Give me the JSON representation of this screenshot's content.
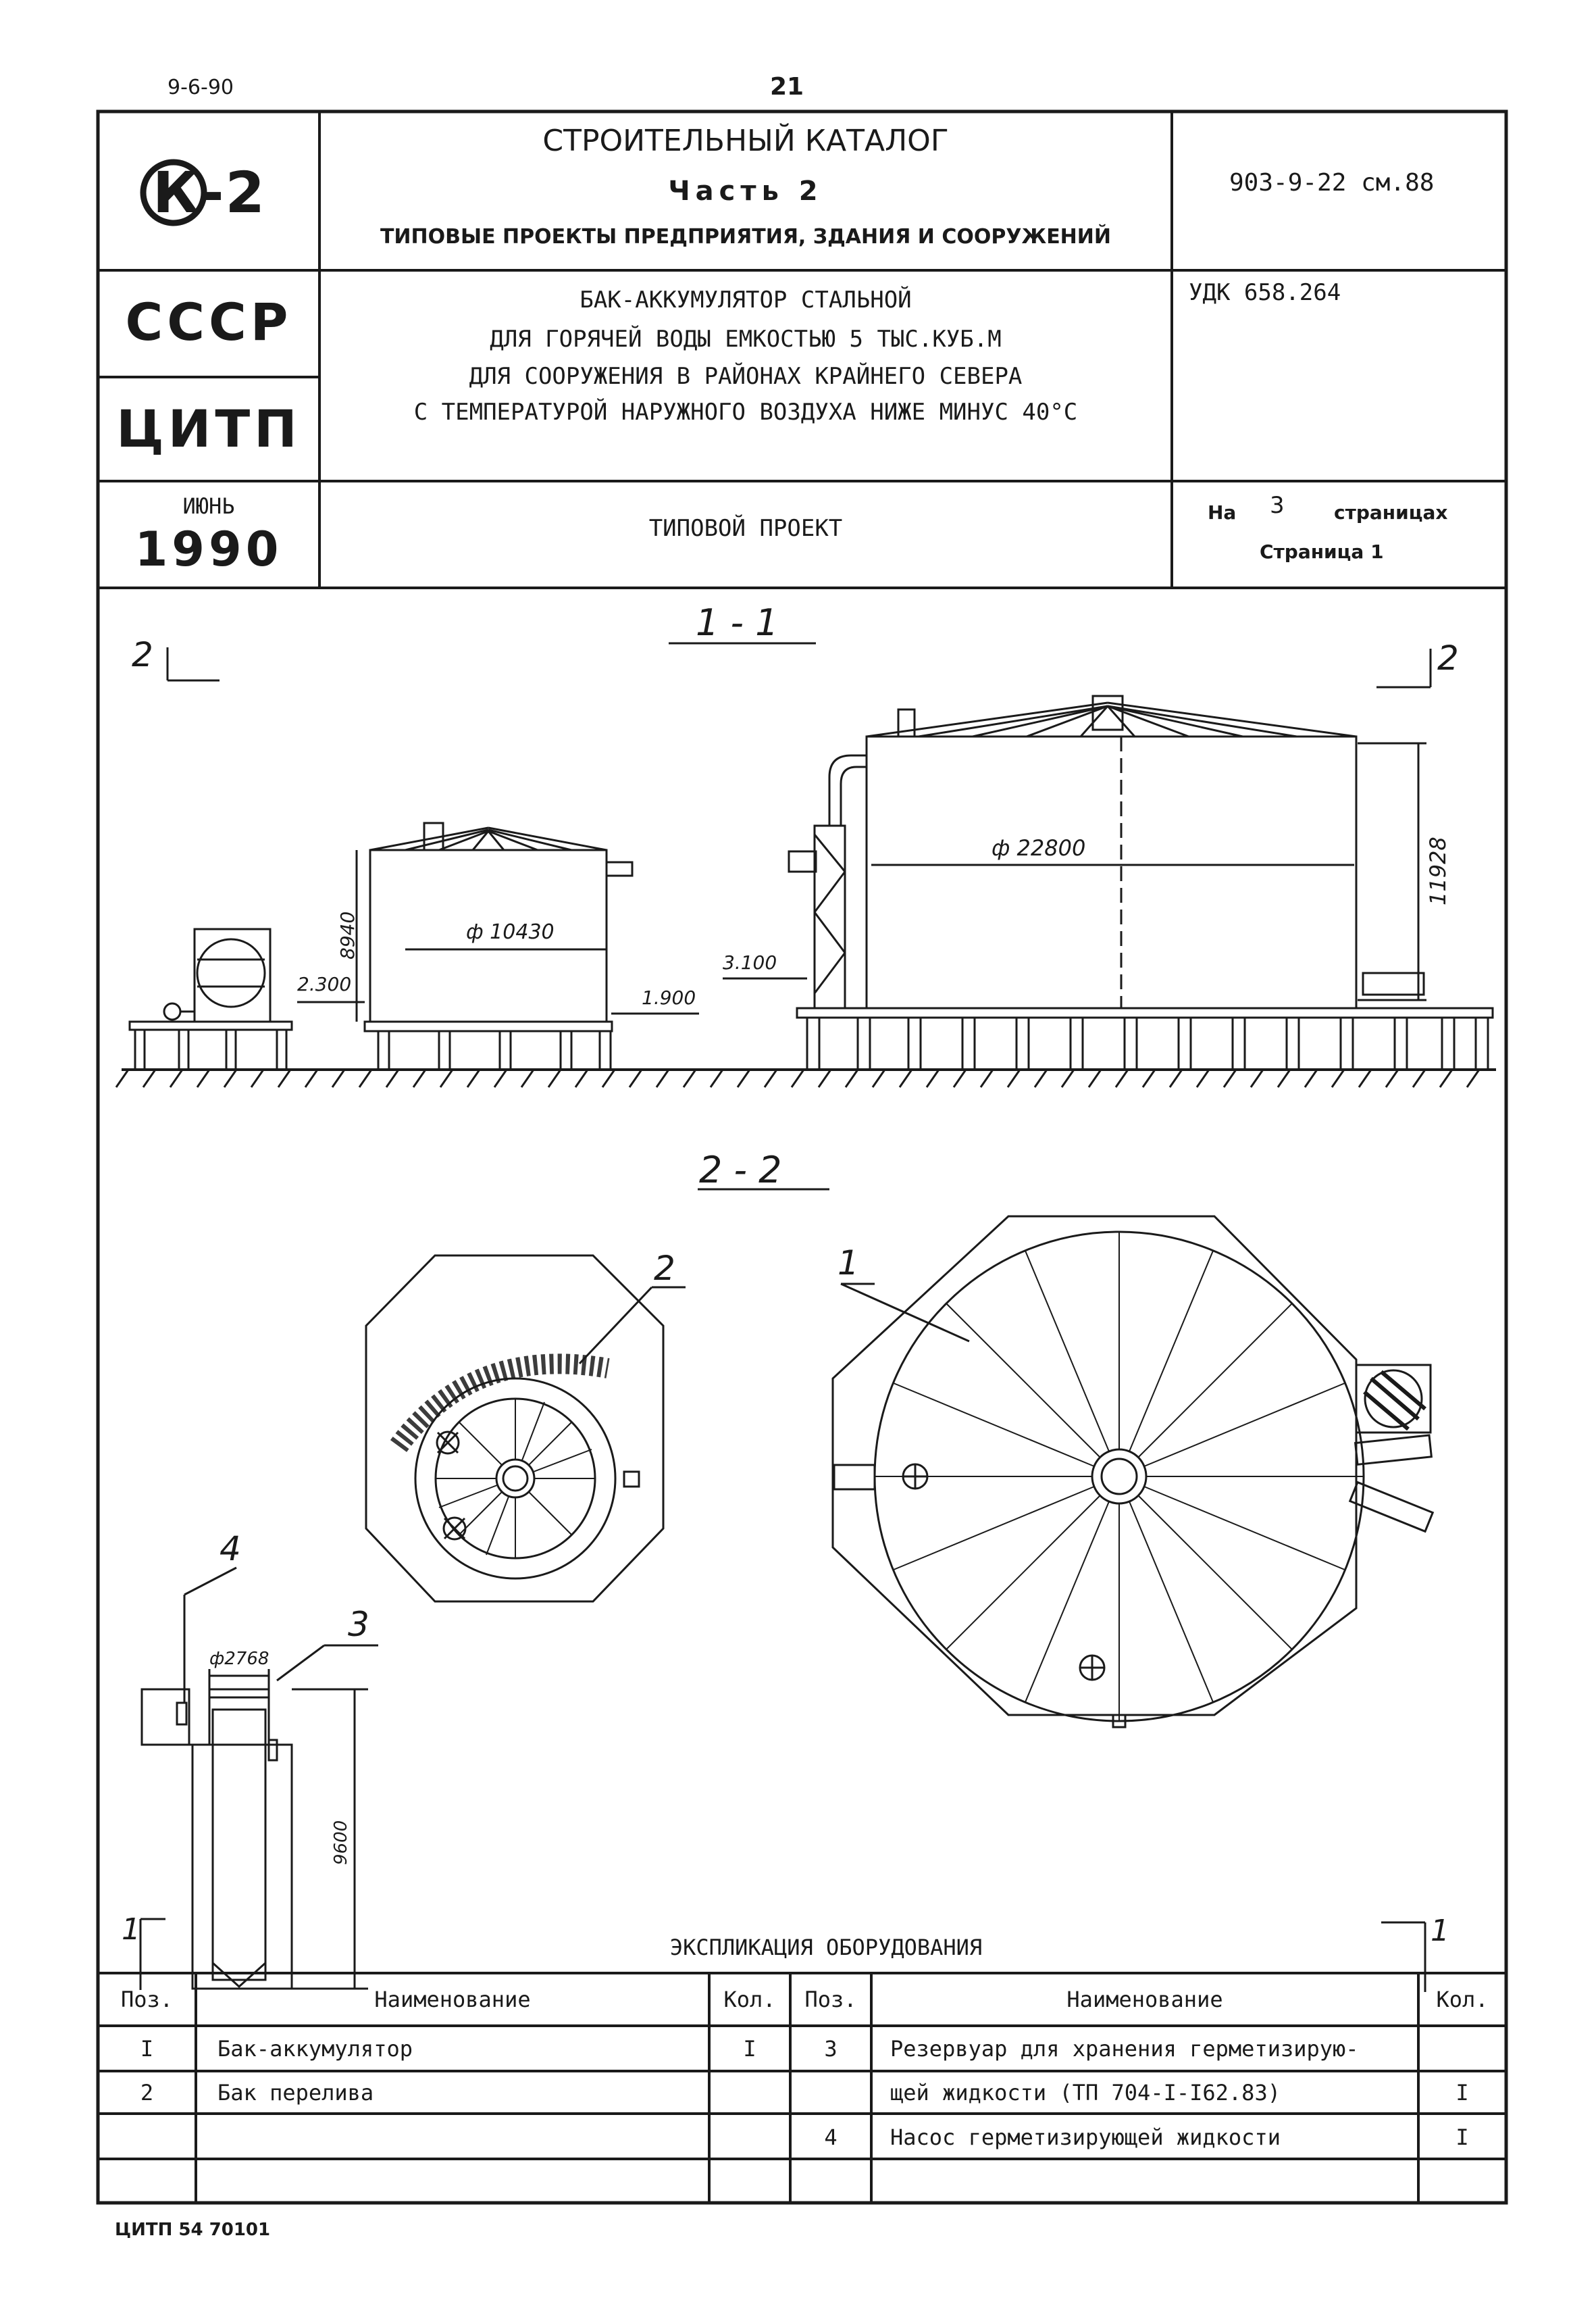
{
  "page": {
    "date_code": "9-6-90",
    "page_number": "21",
    "footer_code": "ЦИТП 54 70101"
  },
  "header": {
    "logo_text": "К-2",
    "catalog_title": "СТРОИТЕЛЬНЫЙ КАТАЛОГ",
    "catalog_part": "Часть 2",
    "catalog_subtitle": "ТИПОВЫЕ ПРОЕКТЫ ПРЕДПРИЯТИЯ, ЗДАНИЯ И СООРУЖЕНИЙ",
    "doc_number": "903-9-22 см.88",
    "country": "СССР",
    "org": "ЦИТП",
    "title_lines": [
      "БАК-АККУМУЛЯТОР СТАЛЬНОЙ",
      "ДЛЯ ГОРЯЧЕЙ ВОДЫ ЕМКОСТЬЮ 5 ТЫС.КУБ.М",
      "ДЛЯ СООРУЖЕНИЯ В РАЙОНАХ КРАЙНЕГО СЕВЕРА",
      "С ТЕМПЕРАТУРОЙ НАРУЖНОГО ВОЗДУХА НИЖЕ МИНУС 40°С"
    ],
    "udk": "УДК 658.264",
    "month": "ИЮНЬ",
    "year": "1990",
    "project_type": "ТИПОВОЙ ПРОЕКТ",
    "pages_prefix": "На",
    "pages_count": "3",
    "pages_suffix": "страницах",
    "page_label": "Страница 1"
  },
  "drawing": {
    "section_1_label": "1 - 1",
    "section_2_label": "2 - 2",
    "cut_mark_2": "2",
    "cut_mark_1": "1",
    "dim_small_diameter": "ф 10430",
    "dim_small_height": "8940",
    "dim_large_diameter": "ф 22800",
    "dim_large_height": "11928",
    "level_pump": "2.300",
    "level_small": "1.900",
    "level_large": "3.100",
    "dim_reservoir_diameter": "ф2768",
    "dim_reservoir_height": "9600",
    "pos_1": "1",
    "pos_2": "2",
    "pos_3": "3",
    "pos_4": "4"
  },
  "explication": {
    "title": "ЭКСПЛИКАЦИЯ ОБОРУДОВАНИЯ",
    "headers": [
      "Поз.",
      "Наименование",
      "Кол.",
      "Поз.",
      "Наименование",
      "Кол."
    ],
    "rows": [
      [
        "I",
        "Бак-аккумулятор",
        "I",
        "3",
        "Резервуар для хранения герметизирую-",
        ""
      ],
      [
        "2",
        "Бак перелива",
        "",
        "",
        "щей жидкости (ТП 704-I-I62.83)",
        "I"
      ],
      [
        "",
        "",
        "",
        "4",
        "Насос герметизирующей жидкости",
        "I"
      ],
      [
        "",
        "",
        "",
        "",
        "",
        ""
      ]
    ]
  }
}
